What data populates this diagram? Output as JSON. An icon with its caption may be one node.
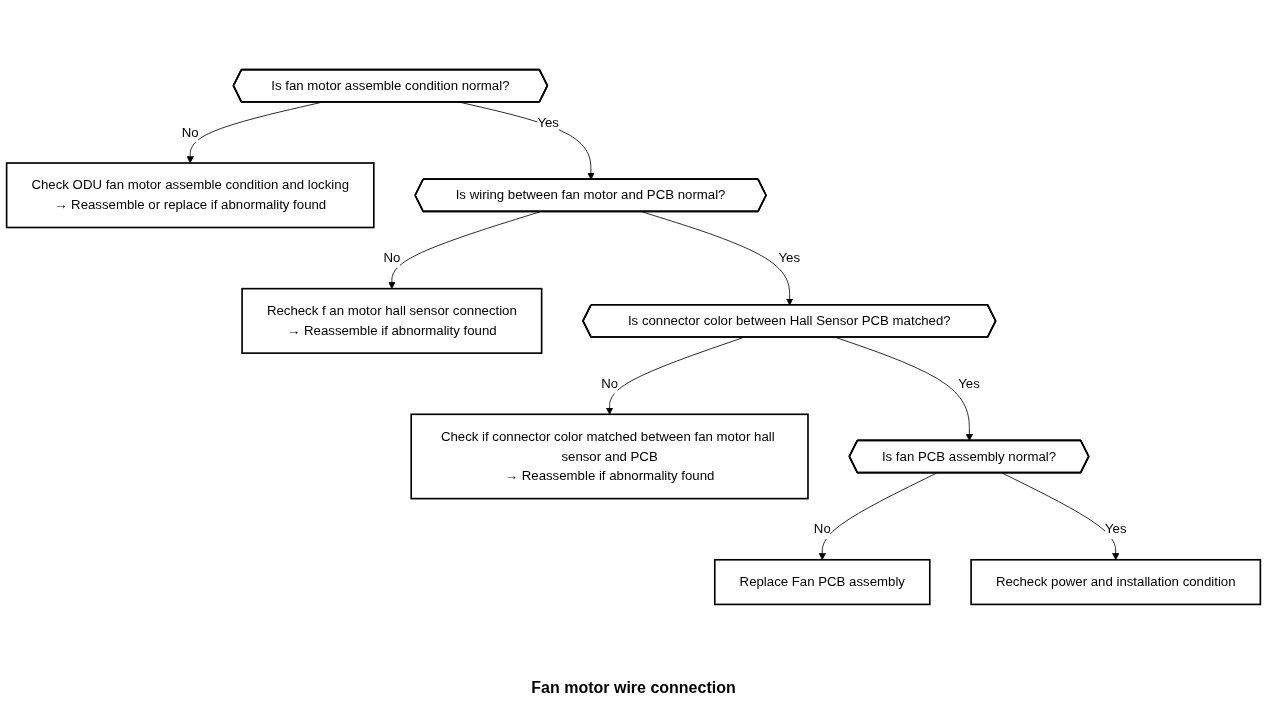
{
  "diagram": {
    "nodes": [
      {
        "text": [
          "Is fan motor assemble condition normal?"
        ]
      },
      {
        "text": [
          "Check ODU fan motor assemble condition and locking",
          "→ Reassemble or replace if abnormality found"
        ]
      },
      {
        "text": [
          "Is wiring between fan motor and PCB normal?"
        ]
      },
      {
        "text": [
          "Recheck f an motor hall sensor connection",
          "→ Reassemble if abnormality found"
        ]
      },
      {
        "text": [
          "Is connector color between Hall Sensor PCB matched?"
        ]
      },
      {
        "text": [
          "Check if connector color matched between fan motor hall sensor and PCB",
          "→ Reassemble if abnormality found"
        ]
      },
      {
        "text": [
          "Is fan PCB assembly normal?"
        ]
      },
      {
        "text": [
          "Replace Fan PCB assembly"
        ]
      },
      {
        "text": [
          "Recheck power and installation condition"
        ]
      }
    ],
    "edges": [
      {
        "from": 0,
        "to": 1,
        "arrow": "to",
        "label": "No"
      },
      {
        "from": 0,
        "to": 2,
        "arrow": "to",
        "label": "Yes"
      },
      {
        "from": 2,
        "to": 3,
        "arrow": "to",
        "label": "No"
      },
      {
        "from": 2,
        "to": 4,
        "arrow": "to",
        "label": "Yes"
      },
      {
        "from": 4,
        "to": 5,
        "arrow": "to",
        "label": "No"
      },
      {
        "from": 4,
        "to": 6,
        "arrow": "to",
        "label": "Yes"
      },
      {
        "from": 6,
        "to": 7,
        "arrow": "to",
        "label": "No"
      },
      {
        "from": 6,
        "to": 8,
        "arrow": "to",
        "label": "Yes"
      }
    ],
    "labels": [
      "Fan motor wire connection"
    ]
  }
}
